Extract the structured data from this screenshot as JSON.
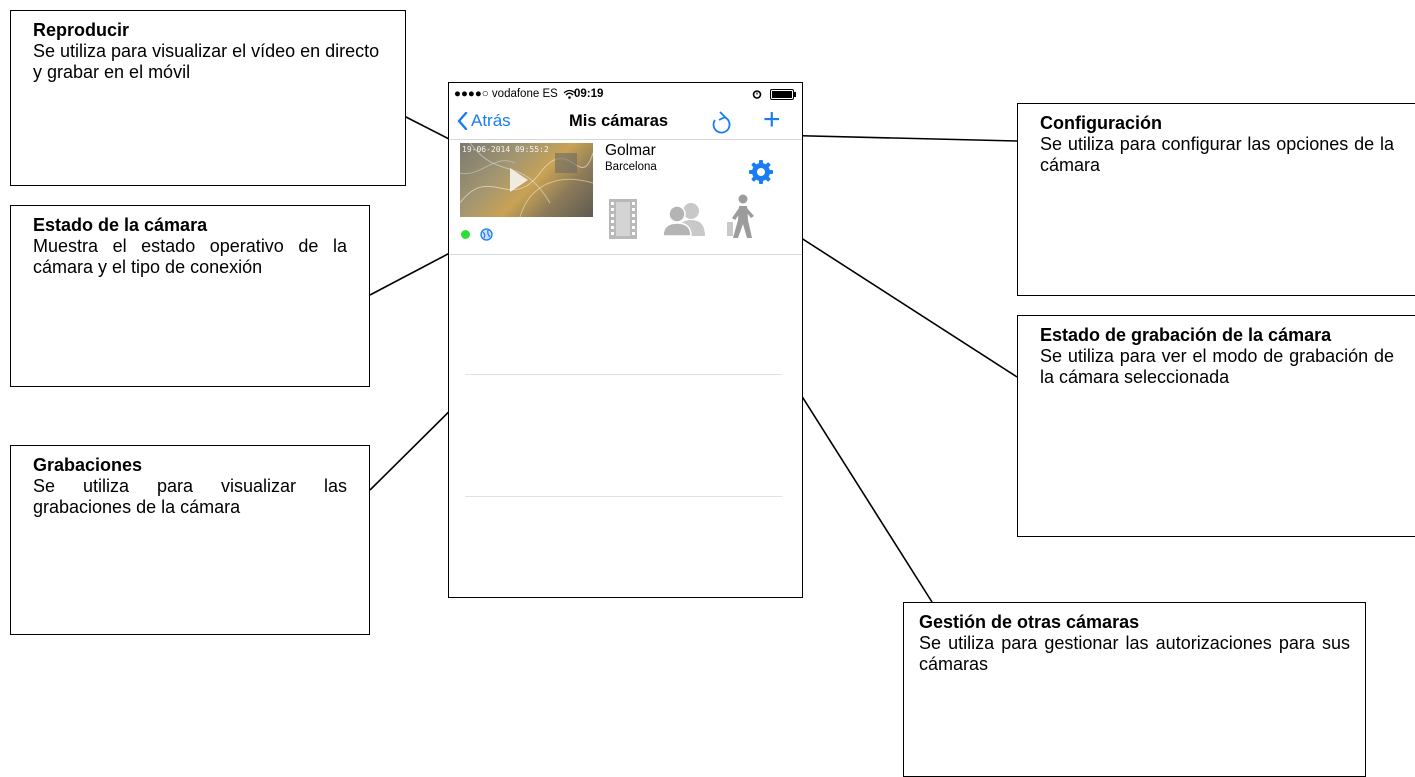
{
  "callouts": {
    "play": {
      "title": "Reproducir",
      "text": "Se utiliza para visualizar el vídeo en directo y grabar en el móvil"
    },
    "status": {
      "title": "Estado de la cámara",
      "text": "Muestra el estado operativo de la cámara y el tipo de conexión"
    },
    "recordings": {
      "title": "Grabaciones",
      "text": "Se utiliza para visualizar las grabaciones de la cámara"
    },
    "config": {
      "title": "Configuración",
      "text": "Se utiliza para configurar las opciones de la cámara"
    },
    "rec_state": {
      "title": "Estado de grabación de la cámara",
      "text": "Se utiliza para ver el modo de grabación de la cámara seleccionada"
    },
    "others": {
      "title": "Gestión de otras cámaras",
      "text": "Se utiliza para gestionar las autorizaciones para sus cámaras"
    }
  },
  "phone": {
    "statusbar": {
      "carrier": "●●●●○ vodafone ES",
      "wifi_icon": "wifi-icon",
      "time": "09:19"
    },
    "nav": {
      "back_label": "Atrás",
      "title": "Mis cámaras"
    },
    "camera": {
      "name": "Golmar",
      "location": "Barcelona",
      "thumbnail_stamp": "19-06-2014 09:55:2"
    },
    "colors": {
      "accent": "#1a7cf5",
      "online": "#2ddc35",
      "icon_gray": "#b9b9b9"
    }
  }
}
